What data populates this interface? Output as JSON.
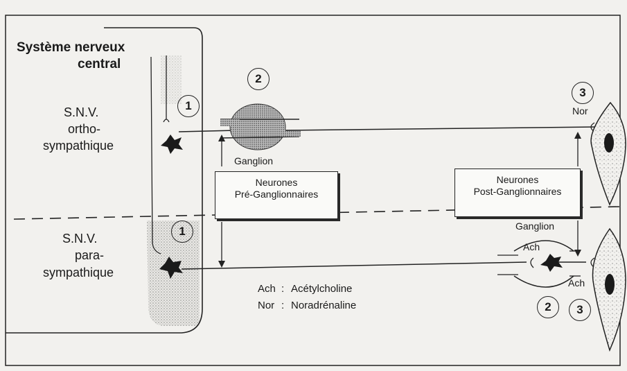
{
  "title": {
    "line1": "Système nerveux",
    "line2": "central"
  },
  "ortho": {
    "line1": "S.N.V.",
    "line2": "ortho-",
    "line3": "sympathique"
  },
  "para": {
    "line1": "S.N.V.",
    "line2": "para-",
    "line3": "sympathique"
  },
  "numbers": {
    "one": "1",
    "two": "2",
    "three": "3"
  },
  "ganglion_label": "Ganglion",
  "pre_box": {
    "line1": "Neurones",
    "line2": "Pré-Ganglionnaires"
  },
  "post_box": {
    "line1": "Neurones",
    "line2": "Post-Ganglionnaires"
  },
  "nor_label": "Nor",
  "ach_label": "Ach",
  "legend": [
    {
      "abbr": "Ach",
      "sep": ":",
      "text": "Acétylcholine"
    },
    {
      "abbr": "Nor",
      "sep": ":",
      "text": "Noradrénaline"
    }
  ],
  "colors": {
    "ink": "#1a1a1a",
    "paper": "#f2f1ee",
    "stipple": "#9a9a9a"
  }
}
